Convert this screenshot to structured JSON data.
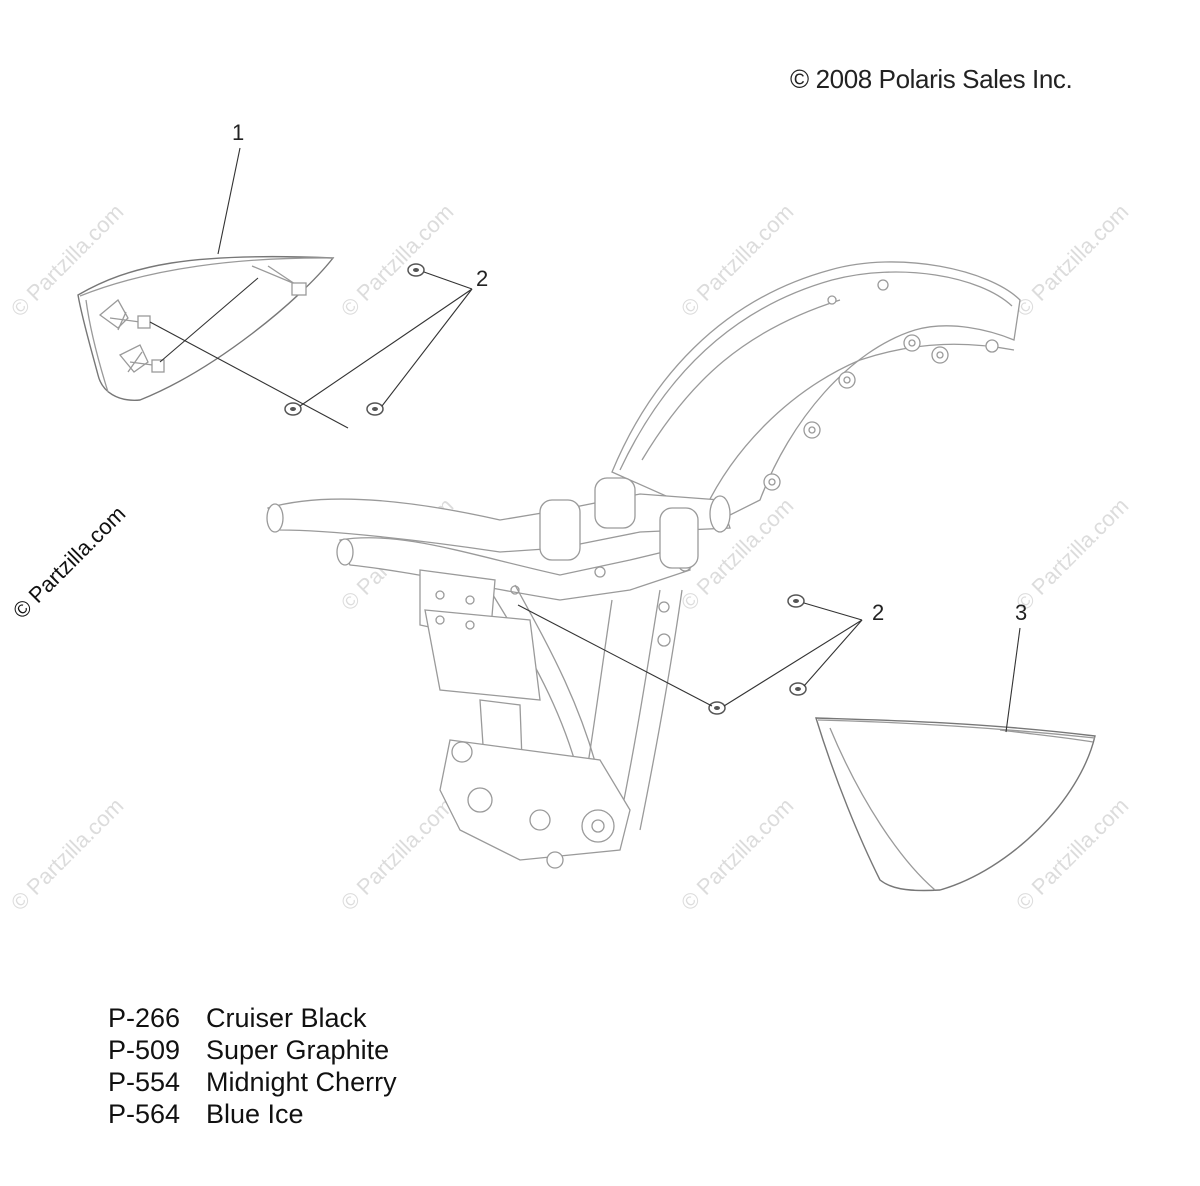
{
  "copyright": "© 2008 Polaris Sales Inc.",
  "watermark_text": "© Partzilla.com",
  "callouts": [
    {
      "id": "callout-1",
      "label": "1"
    },
    {
      "id": "callout-2-top",
      "label": "2"
    },
    {
      "id": "callout-2-bottom",
      "label": "2"
    },
    {
      "id": "callout-3",
      "label": "3"
    }
  ],
  "paint_codes": [
    {
      "code": "P-266",
      "color": "Cruiser Black"
    },
    {
      "code": "P-509",
      "color": "Super Graphite"
    },
    {
      "code": "P-554",
      "color": "Midnight Cherry"
    },
    {
      "code": "P-564",
      "color": "Blue Ice"
    }
  ]
}
